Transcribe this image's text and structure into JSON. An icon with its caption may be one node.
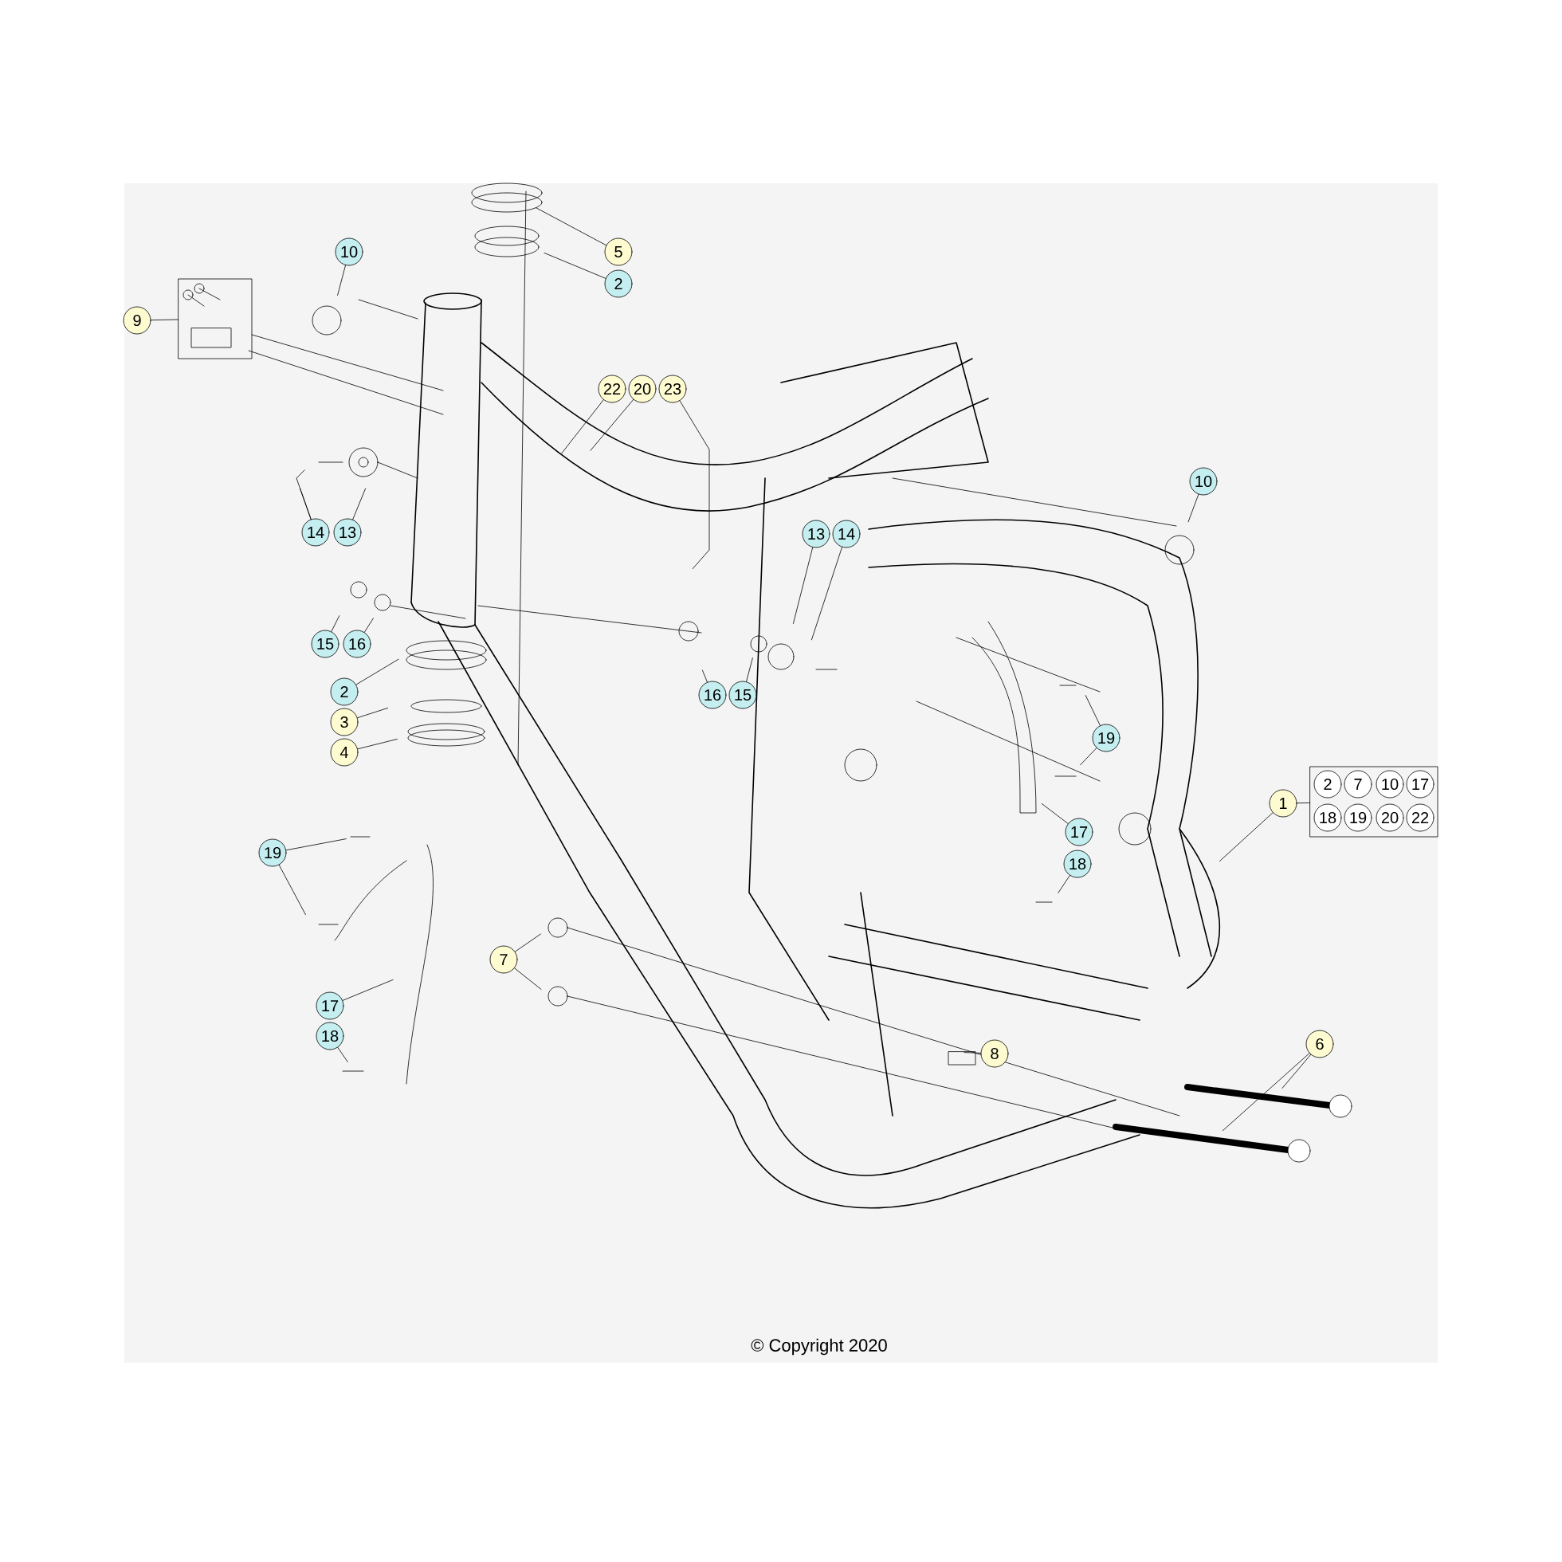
{
  "diagram": {
    "nodes": [
      {
        "text": [
          "5"
        ]
      },
      {
        "text": [
          "2"
        ]
      },
      {
        "text": [
          "10"
        ]
      },
      {
        "text": [
          "9"
        ]
      },
      {
        "text": [],
        "shape": "box"
      },
      {
        "text": [
          "22"
        ]
      },
      {
        "text": [
          "20"
        ]
      },
      {
        "text": [
          "23"
        ]
      },
      {
        "text": [
          "10"
        ]
      },
      {
        "text": [
          "14"
        ]
      },
      {
        "text": [
          "13"
        ]
      },
      {
        "text": [
          "13"
        ]
      },
      {
        "text": [
          "14"
        ]
      },
      {
        "text": [
          "15"
        ]
      },
      {
        "text": [
          "16"
        ]
      },
      {
        "text": [
          "2"
        ]
      },
      {
        "text": [
          "3"
        ]
      },
      {
        "text": [
          "4"
        ]
      },
      {
        "text": [
          "16"
        ]
      },
      {
        "text": [
          "15"
        ]
      },
      {
        "text": [
          "19"
        ]
      },
      {
        "text": [
          "1"
        ]
      },
      {
        "text": [],
        "shape": "box"
      },
      {
        "text": [
          "2"
        ],
        "in": 22
      },
      {
        "text": [
          "7"
        ],
        "in": 22
      },
      {
        "text": [
          "10"
        ],
        "in": 22
      },
      {
        "text": [
          "17"
        ],
        "in": 22
      },
      {
        "text": [
          "18"
        ],
        "in": 22
      },
      {
        "text": [
          "19"
        ],
        "in": 22
      },
      {
        "text": [
          "20"
        ],
        "in": 22
      },
      {
        "text": [
          "22"
        ],
        "in": 22
      },
      {
        "text": [
          "17"
        ]
      },
      {
        "text": [
          "19"
        ]
      },
      {
        "text": [
          "18"
        ]
      },
      {
        "text": [
          "7"
        ]
      },
      {
        "text": [
          "17"
        ]
      },
      {
        "text": [
          "18"
        ]
      },
      {
        "text": [
          "8"
        ]
      },
      {
        "text": [
          "6"
        ]
      }
    ],
    "edges": [
      {
        "from": 0,
        "to": null,
        "arrow": "none"
      },
      {
        "from": 1,
        "to": null,
        "arrow": "none"
      },
      {
        "from": 2,
        "to": null,
        "arrow": "none"
      },
      {
        "from": 3,
        "to": 4,
        "arrow": "none"
      },
      {
        "from": 5,
        "to": null,
        "arrow": "none"
      },
      {
        "from": 6,
        "to": null,
        "arrow": "none"
      },
      {
        "from": 7,
        "to": null,
        "arrow": "none"
      },
      {
        "from": 8,
        "to": null,
        "arrow": "none"
      },
      {
        "from": 9,
        "to": null,
        "arrow": "none"
      },
      {
        "from": 9,
        "to": null,
        "arrow": "none"
      },
      {
        "from": 10,
        "to": null,
        "arrow": "none"
      },
      {
        "from": 11,
        "to": null,
        "arrow": "none"
      },
      {
        "from": 12,
        "to": null,
        "arrow": "none"
      },
      {
        "from": 13,
        "to": null,
        "arrow": "none"
      },
      {
        "from": 14,
        "to": null,
        "arrow": "none"
      },
      {
        "from": 15,
        "to": null,
        "arrow": "none"
      },
      {
        "from": 16,
        "to": null,
        "arrow": "none"
      },
      {
        "from": 17,
        "to": null,
        "arrow": "none"
      },
      {
        "from": 18,
        "to": null,
        "arrow": "none"
      },
      {
        "from": 19,
        "to": null,
        "arrow": "none"
      },
      {
        "from": 20,
        "to": null,
        "arrow": "none"
      },
      {
        "from": 20,
        "to": null,
        "arrow": "none"
      },
      {
        "from": 21,
        "to": null,
        "arrow": "none"
      },
      {
        "from": 21,
        "to": 22,
        "arrow": "none"
      },
      {
        "from": 31,
        "to": null,
        "arrow": "none"
      },
      {
        "from": 32,
        "to": null,
        "arrow": "none"
      },
      {
        "from": 32,
        "to": null,
        "arrow": "none"
      },
      {
        "from": 33,
        "to": null,
        "arrow": "none"
      },
      {
        "from": 34,
        "to": null,
        "arrow": "none"
      },
      {
        "from": 34,
        "to": null,
        "arrow": "none"
      },
      {
        "from": 35,
        "to": null,
        "arrow": "none"
      },
      {
        "from": 36,
        "to": null,
        "arrow": "none"
      },
      {
        "from": 37,
        "to": null,
        "arrow": "none"
      },
      {
        "from": 38,
        "to": null,
        "arrow": "none"
      },
      {
        "from": 38,
        "to": null,
        "arrow": "none"
      }
    ],
    "labels": [
      "© Copyright 2020"
    ]
  }
}
